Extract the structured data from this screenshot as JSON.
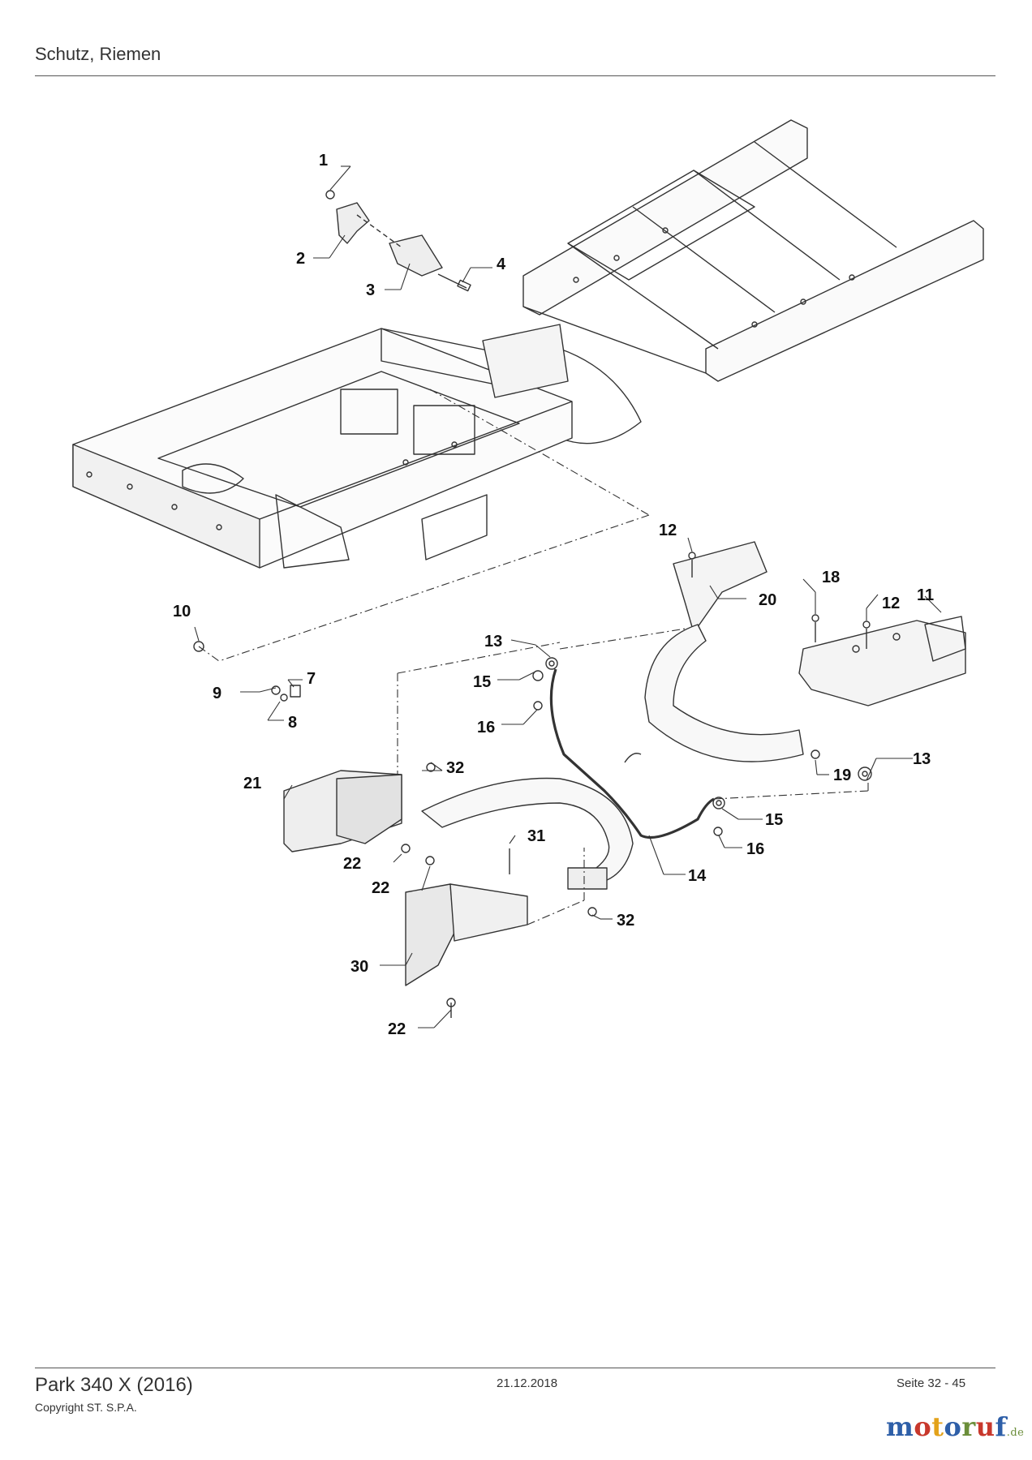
{
  "header": {
    "title": "Schutz, Riemen"
  },
  "footer": {
    "model": "Park 340 X (2016)",
    "copyright": "Copyright ST. S.P.A.",
    "date": "21.12.2018",
    "page": "Seite 32 - 45",
    "brand_main": "motoruf",
    "brand_suffix": ".de",
    "brand_colors": [
      "#2e5fa8",
      "#c8382c",
      "#e3a21a",
      "#2e5fa8",
      "#6b8e3a",
      "#c8382c",
      "#2e5fa8"
    ]
  },
  "callouts": {
    "c1": "1",
    "c2": "2",
    "c3": "3",
    "c4": "4",
    "c7": "7",
    "c8": "8",
    "c9": "9",
    "c10": "10",
    "c11": "11",
    "c12a": "12",
    "c12b": "12",
    "c13a": "13",
    "c13b": "13",
    "c14": "14",
    "c15a": "15",
    "c15b": "15",
    "c16a": "16",
    "c16b": "16",
    "c18": "18",
    "c19": "19",
    "c20": "20",
    "c21": "21",
    "c22a": "22",
    "c22b": "22",
    "c22c": "22",
    "c30": "30",
    "c31": "31",
    "c32a": "32",
    "c32b": "32"
  }
}
